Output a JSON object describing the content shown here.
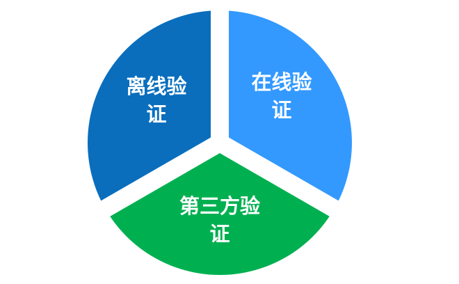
{
  "segments": [
    {
      "id": "offline",
      "line1": "离线验",
      "line2": "证",
      "color": "#0a6ebd"
    },
    {
      "id": "online",
      "line1": "在线验",
      "line2": "证",
      "color": "#3399ff"
    },
    {
      "id": "third-party",
      "line1": "第三方验",
      "line2": "证",
      "color": "#00b050"
    }
  ]
}
